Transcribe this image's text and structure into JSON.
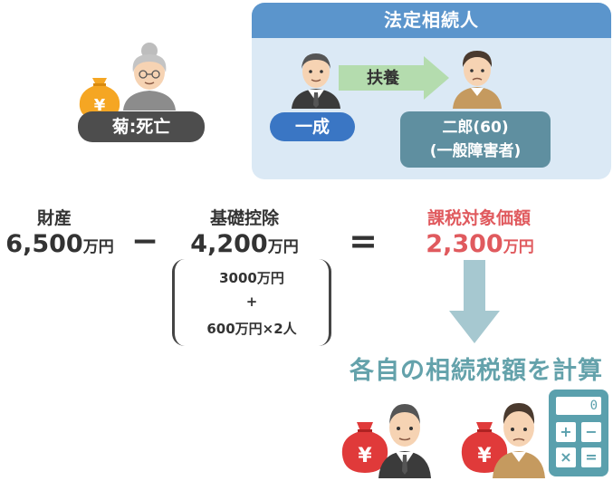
{
  "heirs_panel": {
    "title": "法定相続人",
    "support_label": "扶養",
    "heir1_name": "一成",
    "heir2_name": "二郎(60)",
    "heir2_note": "(一般障害者)"
  },
  "deceased": {
    "label": "菊:死亡",
    "money_icon": "yen-money-bag-icon"
  },
  "calc": {
    "assets_label": "財産",
    "assets_value": "6,500",
    "minus": "−",
    "deduction_label": "基礎控除",
    "deduction_value": "4,200",
    "equals": "=",
    "taxable_label": "課税対象価額",
    "taxable_value": "2,300",
    "unit": "万円",
    "breakdown_line1": "3000万円",
    "breakdown_line2": "+",
    "breakdown_line3": "600万円×2人"
  },
  "result_title": "各自の相続税額を計算",
  "calculator": {
    "display": "0",
    "keys": [
      "+",
      "−",
      "×",
      "="
    ]
  },
  "colors": {
    "panel_bg": "#dbe9f5",
    "panel_header": "#5b95cc",
    "issei": "#3a76c4",
    "jiro": "#5f8fa0",
    "taxable": "#e05a5e",
    "result": "#64a2ab",
    "money_bag_red": "#e03a3a",
    "money_bag_orange": "#f5a623"
  }
}
